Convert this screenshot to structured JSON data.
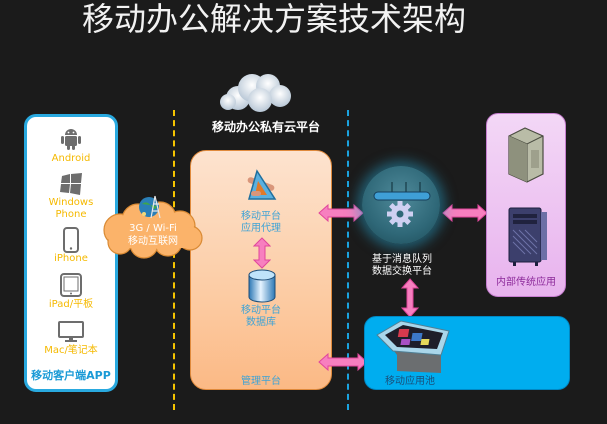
{
  "title": "移动办公解决方案技术架构",
  "client_panel": {
    "title": "移动客户端APP",
    "items": [
      {
        "label": "Android",
        "icon": "android-icon"
      },
      {
        "label": "Windows\nPhone",
        "label_line1": "Windows",
        "label_line2": "Phone",
        "icon": "windows-icon"
      },
      {
        "label": "iPhone",
        "icon": "iphone-icon"
      },
      {
        "label": "iPad/平板",
        "icon": "tablet-icon"
      },
      {
        "label": "Mac/笔记本",
        "icon": "monitor-icon"
      }
    ]
  },
  "network": {
    "line1": "3G / Wi-Fi",
    "line2": "移动互联网",
    "icon": "globe-tower-icon"
  },
  "private_cloud": {
    "label": "移动办公私有云平台",
    "icon": "cloud-icon"
  },
  "platform": {
    "proxy_line1": "移动平台",
    "proxy_line2": "应用代理",
    "db_line1": "移动平台",
    "db_line2": "数据库",
    "footer": "管理平台"
  },
  "message_queue": {
    "line1": "基于消息队列",
    "line2": "数据交换平台",
    "icon": "gear-pipe-icon"
  },
  "legacy_apps": {
    "label": "内部传统应用",
    "icons": [
      "server-tower-icon",
      "server-rack-icon"
    ]
  },
  "app_pool": {
    "label": "移动应用池",
    "icon": "touch-table-icon"
  },
  "colors": {
    "background": "#1b1b1b",
    "client_border": "#29a9df",
    "client_text": "#f5b900",
    "divider_left": "#f5c400",
    "divider_right": "#1aa3df",
    "platform_fill": "#fccca4",
    "legacy_fill": "#e8b3ee",
    "pool_fill": "#00adef",
    "arrow": "#f77fbf"
  }
}
